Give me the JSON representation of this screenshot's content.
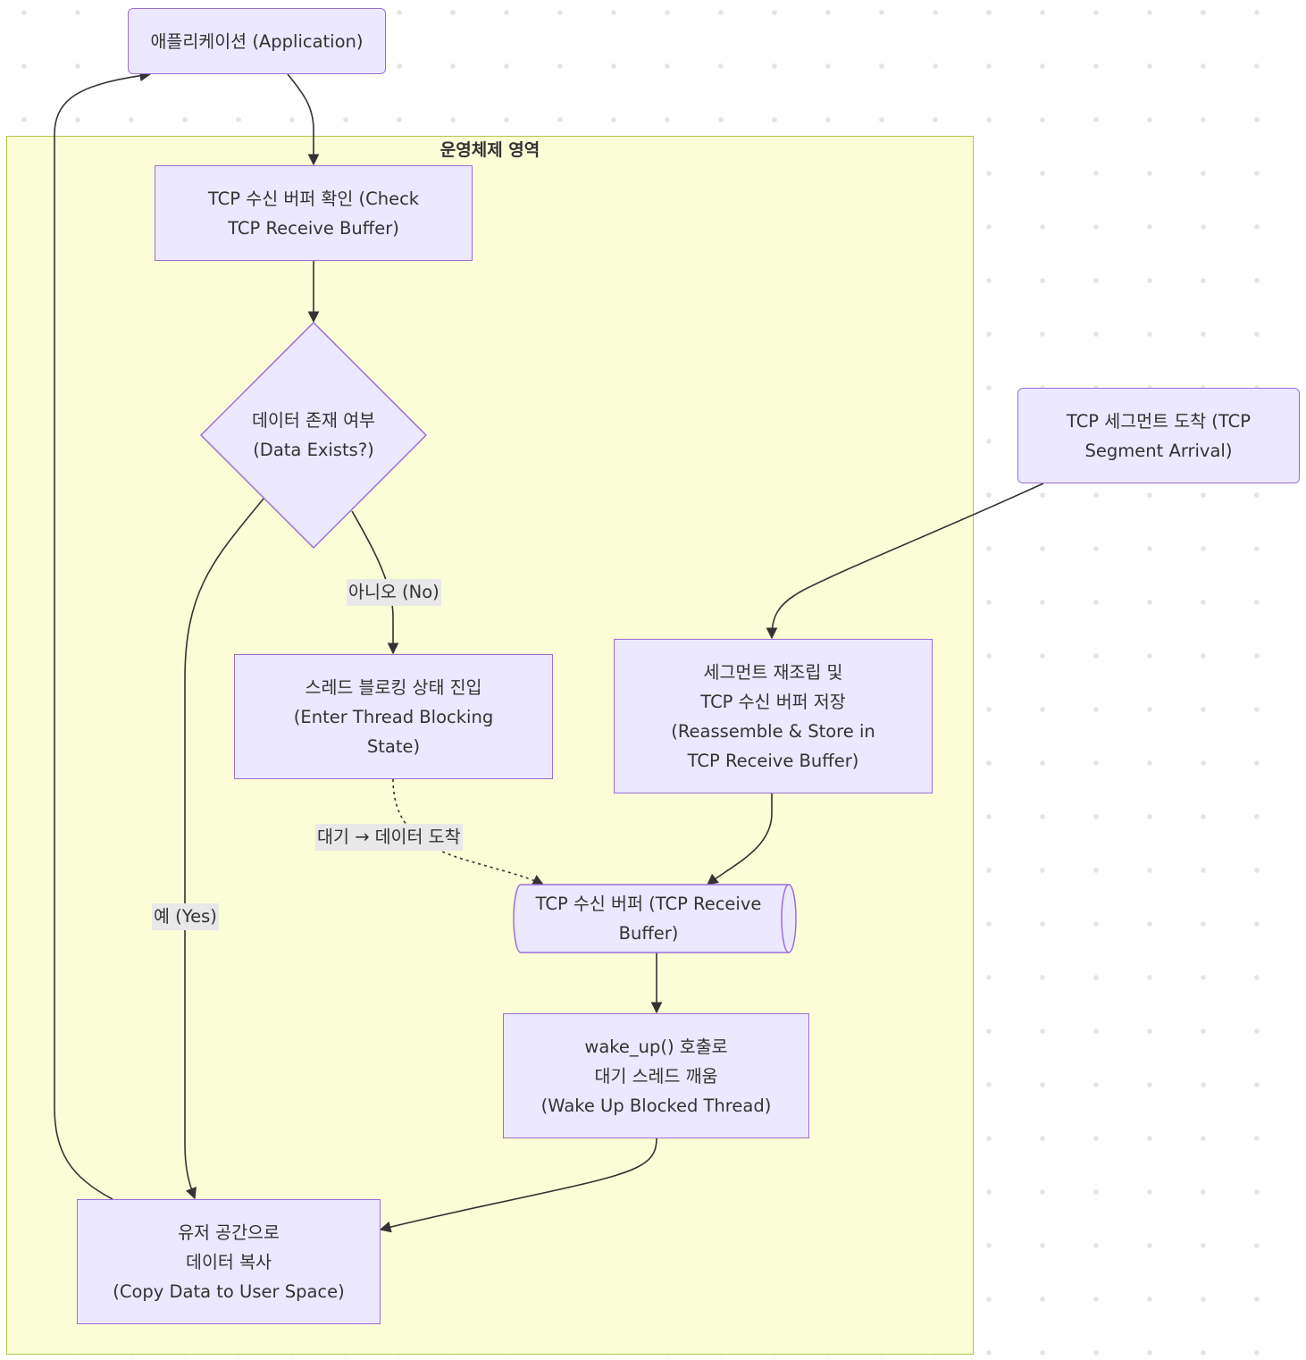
{
  "diagram": {
    "cluster_title": "운영체제 영역",
    "nodes": {
      "application": {
        "label": "애플리케이션 (Application)"
      },
      "check_buffer": {
        "line1": "TCP 수신 버퍼 확인 (Check",
        "line2": "TCP Receive Buffer)"
      },
      "data_exists": {
        "line1": "데이터 존재 여부",
        "line2": "(Data Exists?)"
      },
      "enter_blocking": {
        "line1": "스레드 블로킹 상태 진입",
        "line2": "(Enter Thread Blocking",
        "line3": "State)"
      },
      "segment_arrival": {
        "line1": "TCP 세그먼트 도착 (TCP",
        "line2": "Segment Arrival)"
      },
      "reassemble": {
        "line1": "세그먼트 재조립 및",
        "line2": "TCP 수신 버퍼 저장",
        "line3": "(Reassemble & Store in",
        "line4": "TCP Receive Buffer)"
      },
      "receive_buffer": {
        "line1": "TCP 수신 버퍼 (TCP Receive",
        "line2": "Buffer)"
      },
      "wake_up": {
        "line1": "wake_up() 호출로",
        "line2": "대기 스레드 깨움",
        "line3": "(Wake Up Blocked Thread)"
      },
      "copy_data": {
        "line1": "유저 공간으로",
        "line2": "데이터 복사",
        "line3": "(Copy Data to User Space)"
      }
    },
    "edge_labels": {
      "no": "아니오 (No)",
      "yes": "예 (Yes)",
      "wait": "대기 → 데이터 도착"
    },
    "colors": {
      "node_fill": "#ece8ff",
      "node_stroke": "#9c6ed6",
      "cluster_fill": "#fbfdd6",
      "cluster_stroke": "#b3c64a",
      "edge": "#333333",
      "edge_label_bg": "#e8e8e8"
    }
  }
}
